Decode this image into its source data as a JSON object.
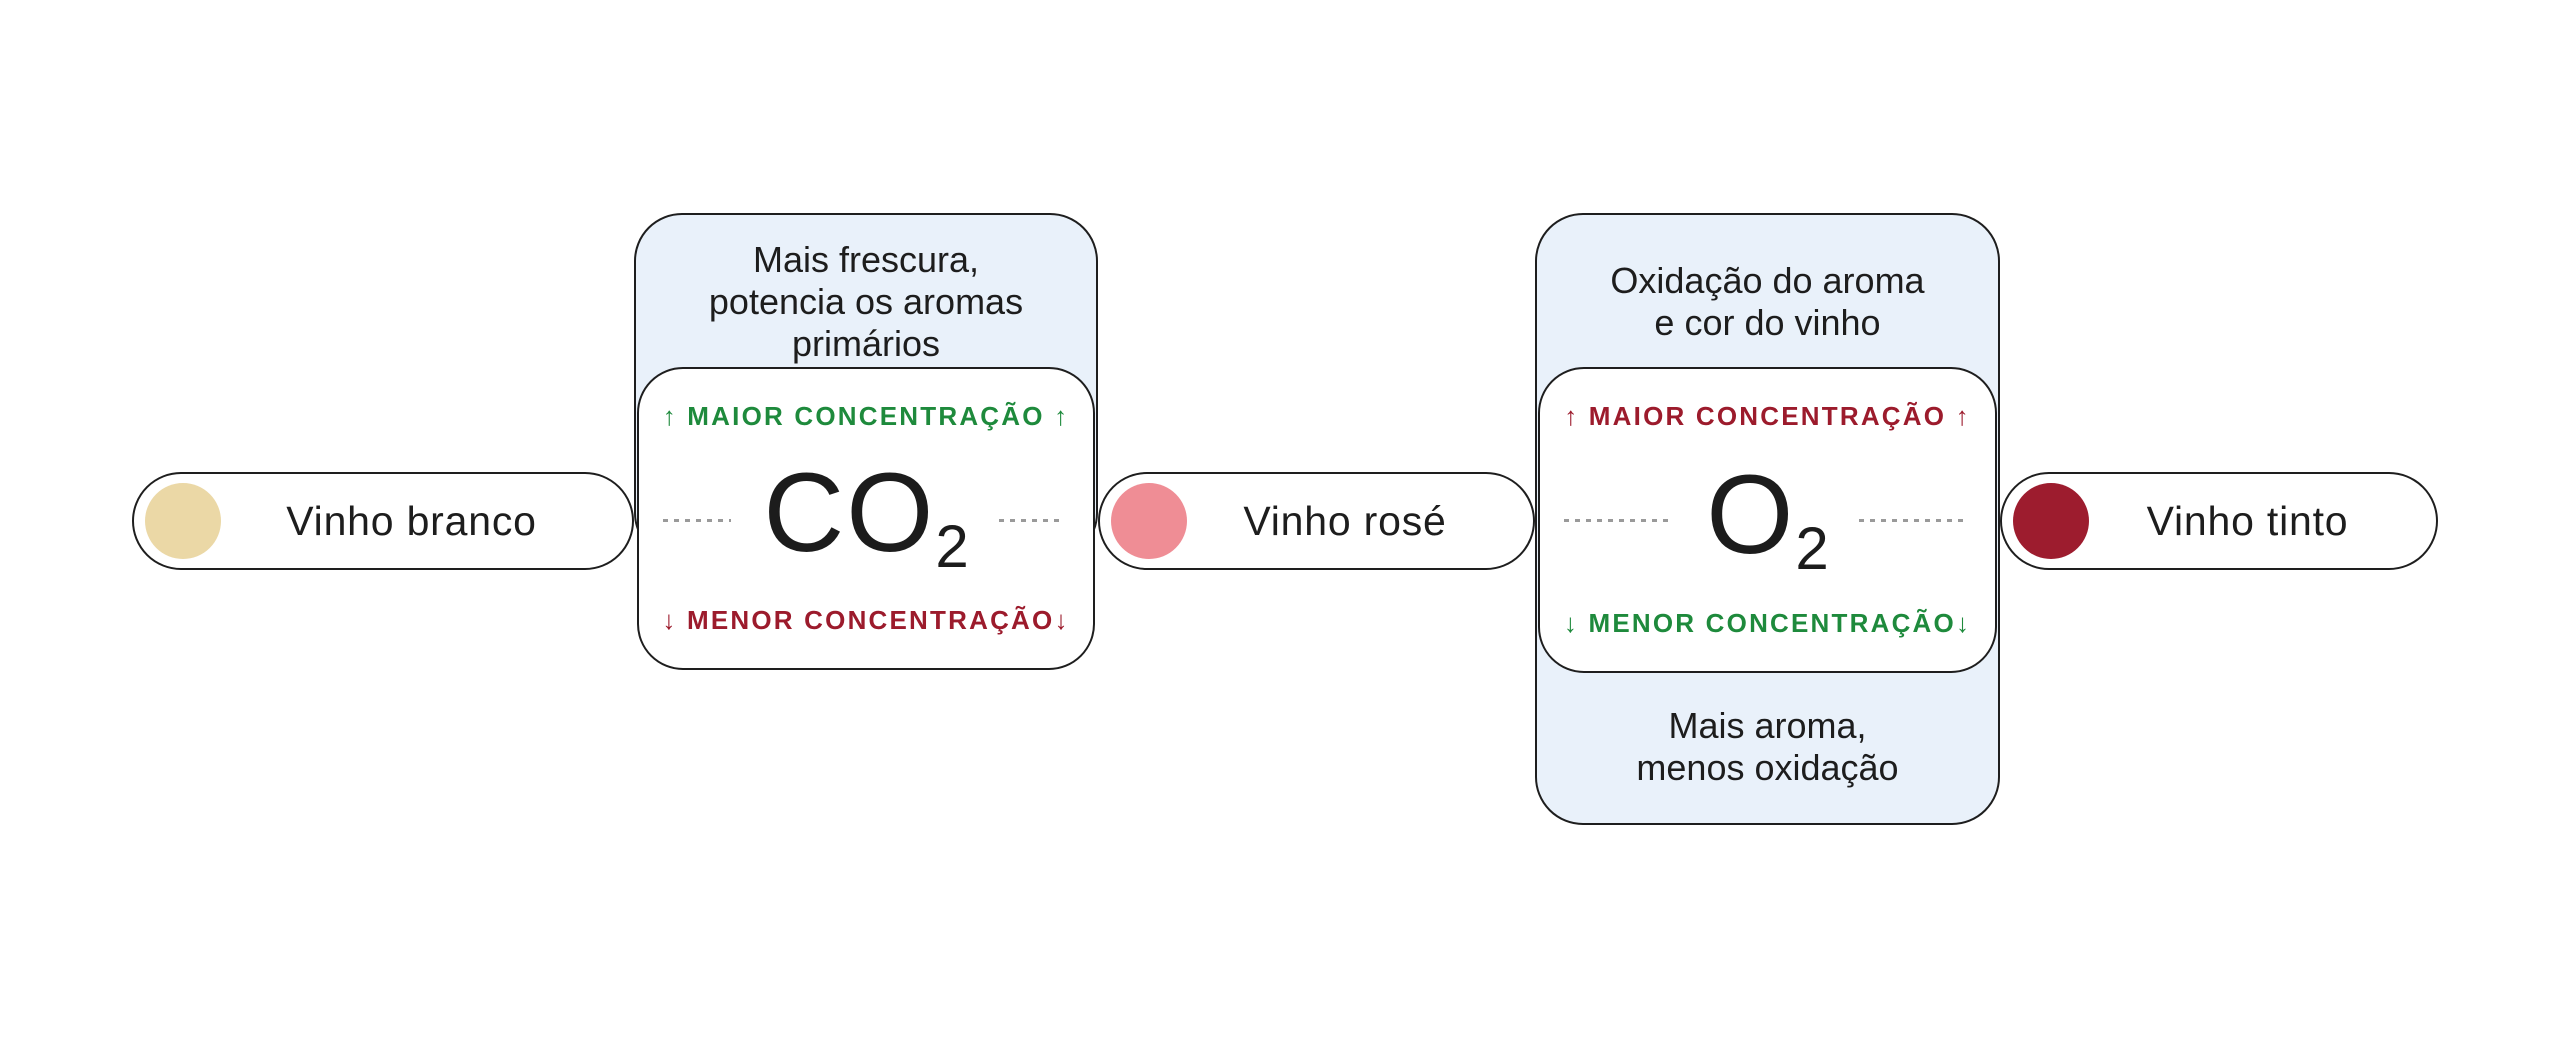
{
  "pills": [
    {
      "label": "Vinho branco",
      "color": "#ebd8a6"
    },
    {
      "label": "Vinho rosé",
      "color": "#ef8d95"
    },
    {
      "label": "Vinho tinto",
      "color": "#9d1c2e"
    }
  ],
  "gas_boxes": [
    {
      "formula": "CO",
      "subscript": "2",
      "top_note": {
        "lines": [
          "Mais frescura,",
          "potencia os aromas",
          "primários"
        ]
      },
      "maior": {
        "label": "↑ MAIOR CONCENTRAÇÃO ↑",
        "color": "#1e8a3c"
      },
      "menor": {
        "label": "↓ MENOR CONCENTRAÇÃO↓",
        "color": "#9c1b2c"
      }
    },
    {
      "formula": "O",
      "subscript": "2",
      "top_note": {
        "lines": [
          "Oxidação do aroma",
          "e cor do vinho"
        ]
      },
      "bottom_note": {
        "lines": [
          "Mais aroma,",
          "menos oxidação"
        ]
      },
      "maior": {
        "label": "↑ MAIOR CONCENTRAÇÃO ↑",
        "color": "#9c1b2c"
      },
      "menor": {
        "label": "↓ MENOR CONCENTRAÇÃO↓",
        "color": "#1e8a3c"
      }
    }
  ],
  "colors": {
    "background": "#ffffff",
    "note_fill": "#e9f1fa",
    "outline": "#1e1e1e",
    "text": "#1d1d1d",
    "connector_dots": "#9a9a9a",
    "green": "#1e8a3c",
    "dark_red": "#9c1b2c"
  }
}
